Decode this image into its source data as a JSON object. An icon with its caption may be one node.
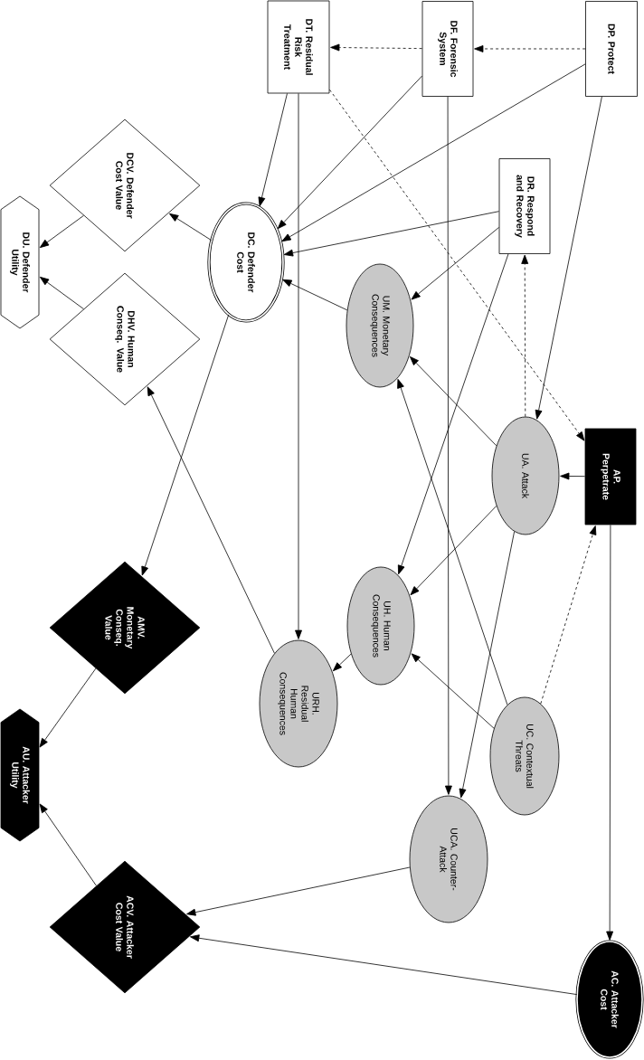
{
  "diagram": {
    "nodes": [
      {
        "text": [
          "DP. Protect"
        ]
      },
      {
        "text": [
          "DF. Forensic System"
        ]
      },
      {
        "text": [
          "DT. Residual Risk Treatment"
        ]
      },
      {
        "text": [
          "DR. Respond and Recovery"
        ]
      },
      {
        "text": [
          "AP. Perpetrate"
        ]
      },
      {
        "text": [
          "UM. Monetary Consequences"
        ]
      },
      {
        "text": [
          "UA. Attack"
        ]
      },
      {
        "text": [
          "DC. Defender Cost"
        ]
      },
      {
        "text": [
          "DCV. Defender Cost Value"
        ]
      },
      {
        "text": [
          "DHV. Human Conseq. Value"
        ]
      },
      {
        "text": [
          "DU. Defender Utility"
        ]
      },
      {
        "text": [
          "UH. Human Consequences"
        ]
      },
      {
        "text": [
          "URH. Residual Human Consequences"
        ]
      },
      {
        "text": [
          "UC. Contextual Threats"
        ]
      },
      {
        "text": [
          "UCA. Counter-Attack"
        ]
      },
      {
        "text": [
          "AMV. Monetary Conseq. Value"
        ]
      },
      {
        "text": [
          "AU. Attacker Utility"
        ]
      },
      {
        "text": [
          "ACV. Attacker Cost Value"
        ]
      },
      {
        "text": [
          "AC. Attacker Cost"
        ]
      }
    ],
    "edges": [
      {
        "from": 0,
        "to": 1,
        "arrow": "to",
        "style": "dashed"
      },
      {
        "from": 1,
        "to": 2,
        "arrow": "to",
        "style": "dashed"
      },
      {
        "from": 0,
        "to": 7,
        "arrow": "to"
      },
      {
        "from": 0,
        "to": 6,
        "arrow": "to"
      },
      {
        "from": 1,
        "to": 7,
        "arrow": "to"
      },
      {
        "from": 1,
        "to": 14,
        "arrow": "to"
      },
      {
        "from": 2,
        "to": 7,
        "arrow": "to"
      },
      {
        "from": 2,
        "to": 12,
        "arrow": "to"
      },
      {
        "from": 2,
        "to": 4,
        "arrow": "to",
        "style": "dashed"
      },
      {
        "from": 3,
        "to": 7,
        "arrow": "to"
      },
      {
        "from": 3,
        "to": 5,
        "arrow": "to"
      },
      {
        "from": 3,
        "to": 11,
        "arrow": "to"
      },
      {
        "from": 6,
        "to": 3,
        "arrow": "to",
        "style": "dashed"
      },
      {
        "from": 6,
        "to": 5,
        "arrow": "to"
      },
      {
        "from": 6,
        "to": 11,
        "arrow": "to"
      },
      {
        "from": 6,
        "to": 14,
        "arrow": "to"
      },
      {
        "from": 4,
        "to": 6,
        "arrow": "to"
      },
      {
        "from": 4,
        "to": 18,
        "arrow": "to"
      },
      {
        "from": 13,
        "to": 4,
        "arrow": "to",
        "style": "dashed"
      },
      {
        "from": 13,
        "to": 5,
        "arrow": "to"
      },
      {
        "from": 13,
        "to": 11,
        "arrow": "to"
      },
      {
        "from": 5,
        "to": 7,
        "arrow": "to"
      },
      {
        "from": 7,
        "to": 8,
        "arrow": "to"
      },
      {
        "from": 7,
        "to": 15,
        "arrow": "to"
      },
      {
        "from": 8,
        "to": 10,
        "arrow": "to"
      },
      {
        "from": 9,
        "to": 10,
        "arrow": "to"
      },
      {
        "from": 12,
        "to": 9,
        "arrow": "to"
      },
      {
        "from": 11,
        "to": 12,
        "arrow": "to"
      },
      {
        "from": 14,
        "to": 17,
        "arrow": "to"
      },
      {
        "from": 18,
        "to": 17,
        "arrow": "to"
      },
      {
        "from": 17,
        "to": 16,
        "arrow": "to"
      },
      {
        "from": 15,
        "to": 16,
        "arrow": "to"
      }
    ]
  }
}
